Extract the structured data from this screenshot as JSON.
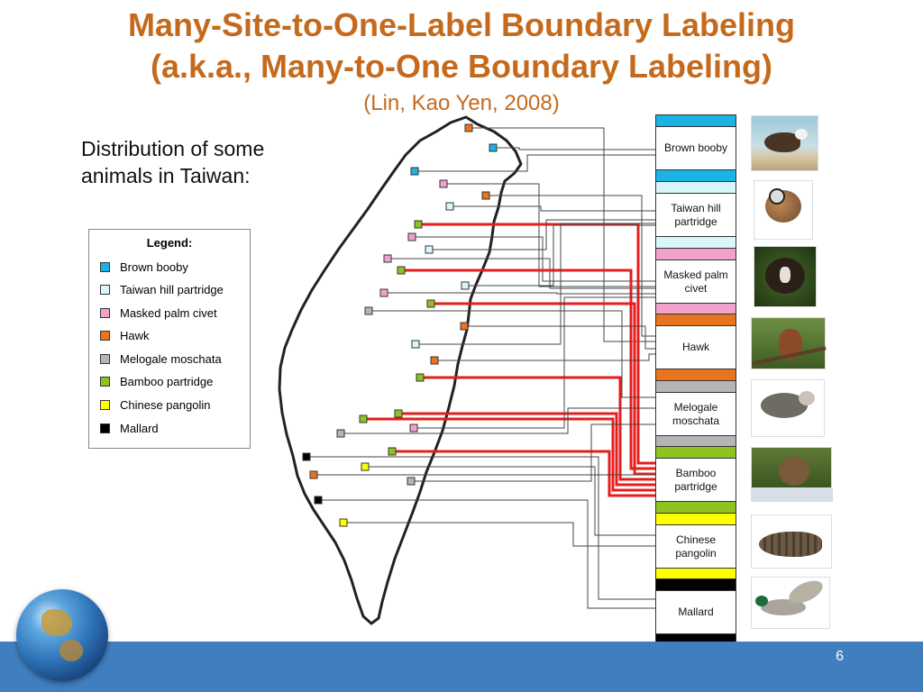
{
  "title_line1": "Many-Site-to-One-Label Boundary Labeling",
  "title_line2": "(a.k.a., Many-to-One Boundary Labeling)",
  "citation": "(Lin, Kao Yen, 2008)",
  "intro_text": "Distribution of some animals in Taiwan:",
  "legend": {
    "title": "Legend:",
    "items": [
      {
        "label": "Brown booby",
        "color": "#1ab3e3"
      },
      {
        "label": "Taiwan hill partridge",
        "color": "#d8f6fb"
      },
      {
        "label": "Masked palm civet",
        "color": "#f0a1cc"
      },
      {
        "label": "Hawk",
        "color": "#e8741f"
      },
      {
        "label": "Melogale moschata",
        "color": "#b5b5b5"
      },
      {
        "label": "Bamboo partridge",
        "color": "#8ec31f"
      },
      {
        "label": "Chinese pangolin",
        "color": "#ffff00"
      },
      {
        "label": "Mallard",
        "color": "#000000"
      }
    ]
  },
  "labels": [
    {
      "text": "Brown booby",
      "color": "#1ab3e3"
    },
    {
      "text": "Taiwan hill partridge",
      "color": "#d8f6fb"
    },
    {
      "text": "Masked palm civet",
      "color": "#f0a1cc"
    },
    {
      "text": "Hawk",
      "color": "#e8741f"
    },
    {
      "text": "Melogale moschata",
      "color": "#b5b5b5"
    },
    {
      "text": "Bamboo partridge",
      "color": "#8ec31f"
    },
    {
      "text": "Chinese pangolin",
      "color": "#ffff00"
    },
    {
      "text": "Mallard",
      "color": "#000000"
    }
  ],
  "highlight_color": "#e41e1e",
  "page_number": "6"
}
